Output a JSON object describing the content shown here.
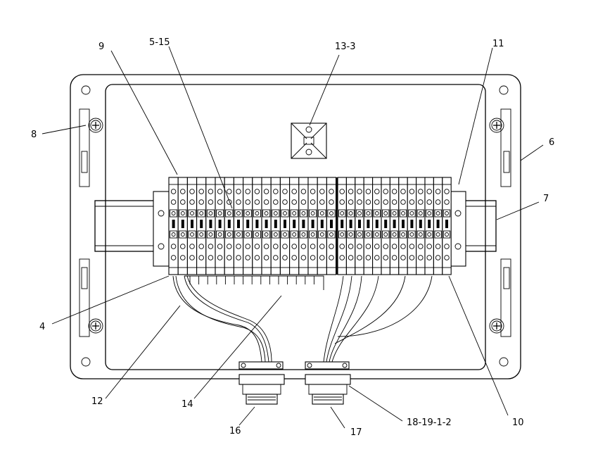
{
  "diagram": {
    "callouts": [
      {
        "id": "c9",
        "label": "9"
      },
      {
        "id": "c5-15",
        "label": "5-15"
      },
      {
        "id": "c13-3",
        "label": "13-3"
      },
      {
        "id": "c11",
        "label": "11"
      },
      {
        "id": "c8",
        "label": "8"
      },
      {
        "id": "c6",
        "label": "6"
      },
      {
        "id": "c7",
        "label": "7"
      },
      {
        "id": "c4",
        "label": "4"
      },
      {
        "id": "c12",
        "label": "12"
      },
      {
        "id": "c14",
        "label": "14"
      },
      {
        "id": "c16",
        "label": "16"
      },
      {
        "id": "c17",
        "label": "17"
      },
      {
        "id": "c18",
        "label": "18-19-1-2"
      },
      {
        "id": "c10",
        "label": "10"
      }
    ]
  }
}
